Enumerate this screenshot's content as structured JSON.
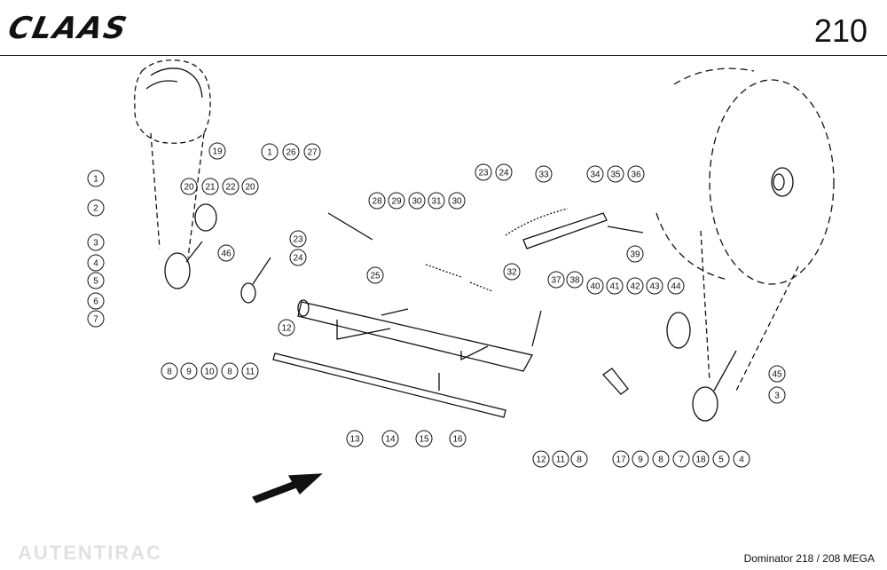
{
  "header": {
    "brand": "CLAAS",
    "page_number": "210"
  },
  "footer": {
    "model": "Dominator 218 / 208 MEGA",
    "watermark": "AUTENTIRAC"
  },
  "callouts": [
    "1",
    "2",
    "3",
    "4",
    "5",
    "6",
    "7",
    "8",
    "9",
    "10",
    "8",
    "11",
    "12",
    "19",
    "20",
    "21",
    "22",
    "20",
    "1",
    "26",
    "27",
    "23",
    "24",
    "46",
    "25",
    "28",
    "29",
    "30",
    "31",
    "30",
    "23",
    "24",
    "33",
    "34",
    "35",
    "36",
    "32",
    "37",
    "38",
    "39",
    "40",
    "41",
    "42",
    "43",
    "44",
    "45",
    "3",
    "13",
    "14",
    "15",
    "16",
    "12",
    "11",
    "8",
    "17",
    "9",
    "8",
    "7",
    "18",
    "5",
    "4"
  ]
}
